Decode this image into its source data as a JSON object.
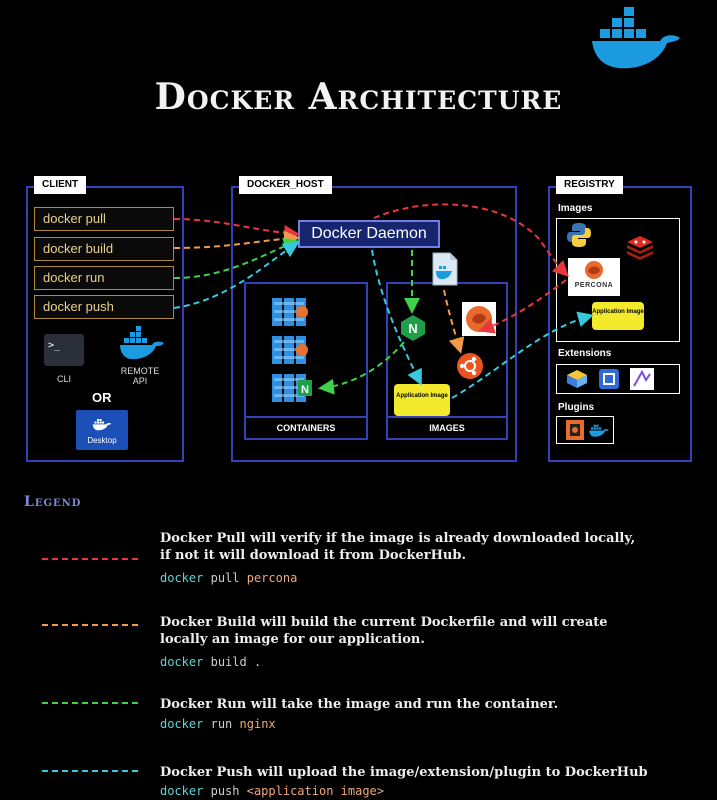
{
  "title": "Docker Architecture",
  "colors": {
    "pull": "#e8383d",
    "build": "#f39a4a",
    "run": "#3fd14a",
    "push": "#38c8e0",
    "panel_border": "#3340b8",
    "docker_blue": "#1d9be0"
  },
  "client": {
    "tab": "CLIENT",
    "commands": [
      "docker pull",
      "docker build",
      "docker run",
      "docker push"
    ],
    "cli_glyph": ">_",
    "cli_label": "CLI",
    "remote_api_label": "REMOTE API",
    "or_label": "OR",
    "desktop_label": "Desktop"
  },
  "docker_host": {
    "tab": "DOCKER_HOST",
    "daemon_label": "Docker Daemon",
    "containers_label": "CONTAINERS",
    "images_label": "IMAGES",
    "nginx_glyph": "N",
    "app_image_label": "Application Image"
  },
  "registry": {
    "tab": "REGISTRY",
    "images_label": "Images",
    "percona_label": "PERCONA",
    "app_image_label": "Application Image",
    "extensions_label": "Extensions",
    "plugins_label": "Plugins"
  },
  "legend": {
    "title": "Legend",
    "items": [
      {
        "key": "pull",
        "text_line1": "Docker Pull will verify if the image is already downloaded locally,",
        "text_line2": "if not it will download it from DockerHub.",
        "cmd_kw": "docker",
        "cmd_sub": "pull",
        "cmd_arg": "percona"
      },
      {
        "key": "build",
        "text_line1": "Docker Build will build the current Dockerfile and will create",
        "text_line2": "locally an image for our application.",
        "cmd_kw": "docker",
        "cmd_sub": "build",
        "cmd_arg": "."
      },
      {
        "key": "run",
        "text_line1": "Docker Run will take the image and run the container.",
        "text_line2": "",
        "cmd_kw": "docker",
        "cmd_sub": "run",
        "cmd_arg": "nginx"
      },
      {
        "key": "push",
        "text_line1": "Docker Push will upload the image/extension/plugin to DockerHub",
        "text_line2": "",
        "cmd_kw": "docker",
        "cmd_sub": "push",
        "cmd_arg": "<application image>"
      }
    ]
  }
}
